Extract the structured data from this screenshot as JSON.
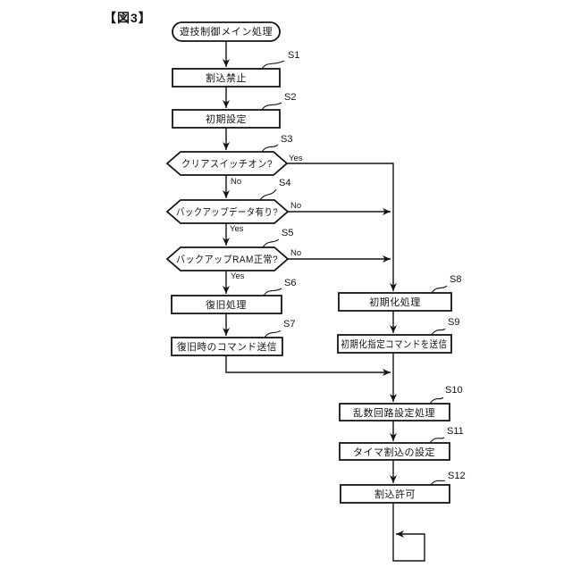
{
  "figure": {
    "title": "【図3】",
    "type": "flowchart",
    "start_label": "遊技制御メイン処理",
    "steps": [
      {
        "id": "S1",
        "label": "割込禁止",
        "shape": "process"
      },
      {
        "id": "S2",
        "label": "初期設定",
        "shape": "process"
      },
      {
        "id": "S3",
        "label": "クリアスイッチオン?",
        "shape": "decision",
        "yes": "Yes",
        "no": "No"
      },
      {
        "id": "S4",
        "label": "バックアップデータ有り?",
        "shape": "decision",
        "yes": "Yes",
        "no": "No"
      },
      {
        "id": "S5",
        "label": "バックアップRAM正常?",
        "shape": "decision",
        "yes": "Yes",
        "no": "No"
      },
      {
        "id": "S6",
        "label": "復旧処理",
        "shape": "process"
      },
      {
        "id": "S7",
        "label": "復旧時のコマンド送信",
        "shape": "process"
      },
      {
        "id": "S8",
        "label": "初期化処理",
        "shape": "process"
      },
      {
        "id": "S9",
        "label": "初期化指定コマンドを送信",
        "shape": "process"
      },
      {
        "id": "S10",
        "label": "乱数回路設定処理",
        "shape": "process"
      },
      {
        "id": "S11",
        "label": "タイマ割込の設定",
        "shape": "process"
      },
      {
        "id": "S12",
        "label": "割込許可",
        "shape": "process"
      }
    ],
    "edges": [
      {
        "from": "start",
        "to": "S1"
      },
      {
        "from": "S1",
        "to": "S2"
      },
      {
        "from": "S2",
        "to": "S3"
      },
      {
        "from": "S3",
        "to": "S4",
        "label": "No"
      },
      {
        "from": "S3",
        "to": "S8",
        "label": "Yes"
      },
      {
        "from": "S4",
        "to": "S5",
        "label": "Yes"
      },
      {
        "from": "S4",
        "to": "S8",
        "label": "No"
      },
      {
        "from": "S5",
        "to": "S6",
        "label": "Yes"
      },
      {
        "from": "S5",
        "to": "S8",
        "label": "No"
      },
      {
        "from": "S6",
        "to": "S7"
      },
      {
        "from": "S7",
        "to": "S10"
      },
      {
        "from": "S8",
        "to": "S9"
      },
      {
        "from": "S9",
        "to": "S10"
      },
      {
        "from": "S10",
        "to": "S11"
      },
      {
        "from": "S11",
        "to": "S12"
      },
      {
        "from": "S12",
        "to": "loop-back"
      }
    ],
    "colors": {
      "line": "#141414",
      "background": "#ffffff",
      "shape_fill": "#ffffff"
    }
  }
}
